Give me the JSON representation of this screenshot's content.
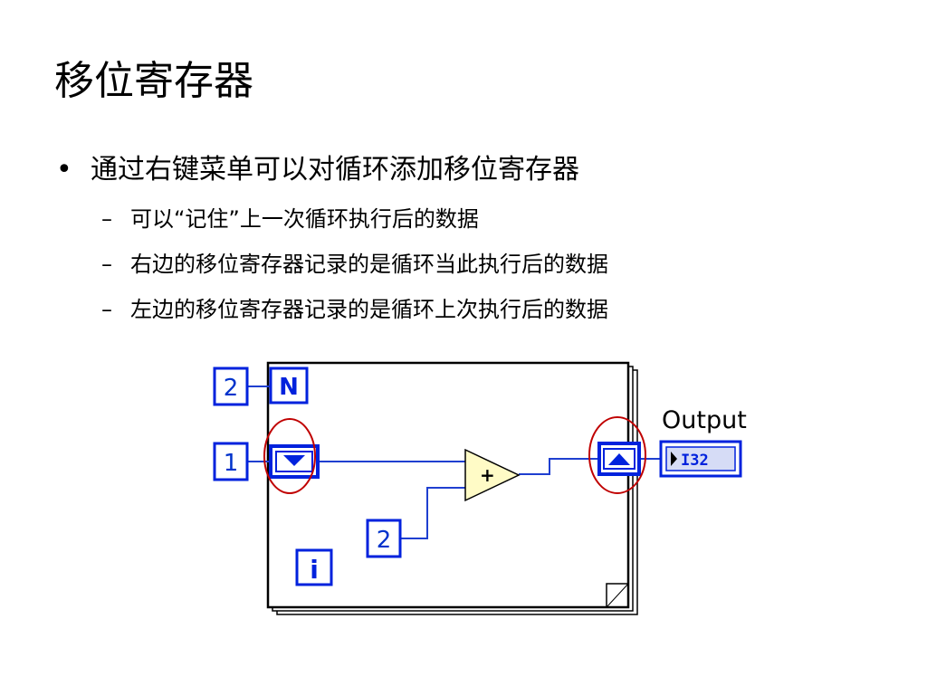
{
  "slide": {
    "title": "移位寄存器",
    "bullet_marker": "•",
    "sub_marker": "–",
    "main_point": "通过右键菜单可以对循环添加移位寄存器",
    "sub_points": [
      "可以“记住”上一次循环执行后的数据",
      "右边的移位寄存器记录的是循环当此执行后的数据",
      "左边的移位寄存器记录的是循环上次执行后的数据"
    ]
  },
  "diagram": {
    "n_constant": "2",
    "initial_value": "1",
    "add_constant": "2",
    "count_terminal": "N",
    "iteration_terminal": "i",
    "add_symbol": "+",
    "output_label": "Output",
    "output_type": "I32",
    "colors": {
      "wire": "#1f3fd0",
      "terminal": "#0022dd",
      "highlight_circle": "#c00000",
      "add_node_fill": "#fffbc6"
    }
  }
}
